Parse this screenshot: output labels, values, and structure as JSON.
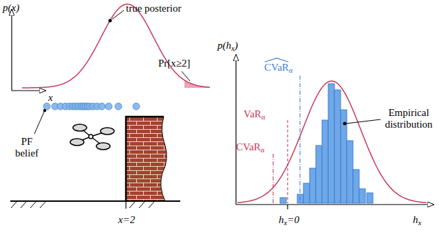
{
  "diagram": {
    "labels": [
      "p(x)",
      "x",
      "true posterior",
      "Pr[x≥2]",
      "PF belief",
      "x=2",
      "p(hx)",
      "CVaRα",
      "VaRα",
      "CVaRα",
      "Empirical distribution",
      "hx=0",
      "hx"
    ]
  }
}
